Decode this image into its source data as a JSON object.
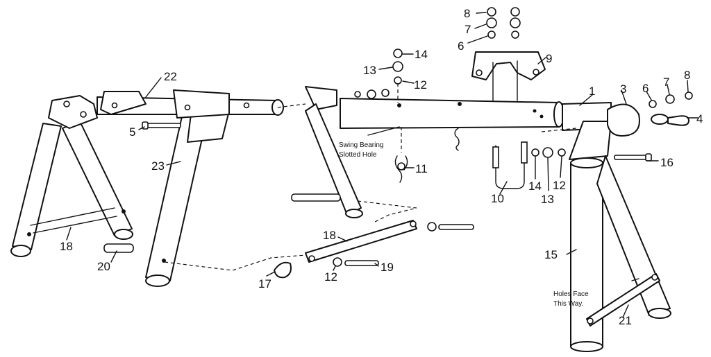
{
  "callouts": [
    "1",
    "3",
    "4",
    "5",
    "6",
    "6",
    "7",
    "7",
    "8",
    "8",
    "9",
    "10",
    "11",
    "12",
    "12",
    "12",
    "13",
    "13",
    "14",
    "14",
    "15",
    "16",
    "17",
    "18",
    "18",
    "19",
    "20",
    "21",
    "22",
    "23"
  ],
  "notes": {
    "swing_bearing_line1": "Swing Bearing",
    "swing_bearing_line2": "Slotted Hole",
    "holes_face_line1": "Holes Face",
    "holes_face_line2": "This Way."
  }
}
